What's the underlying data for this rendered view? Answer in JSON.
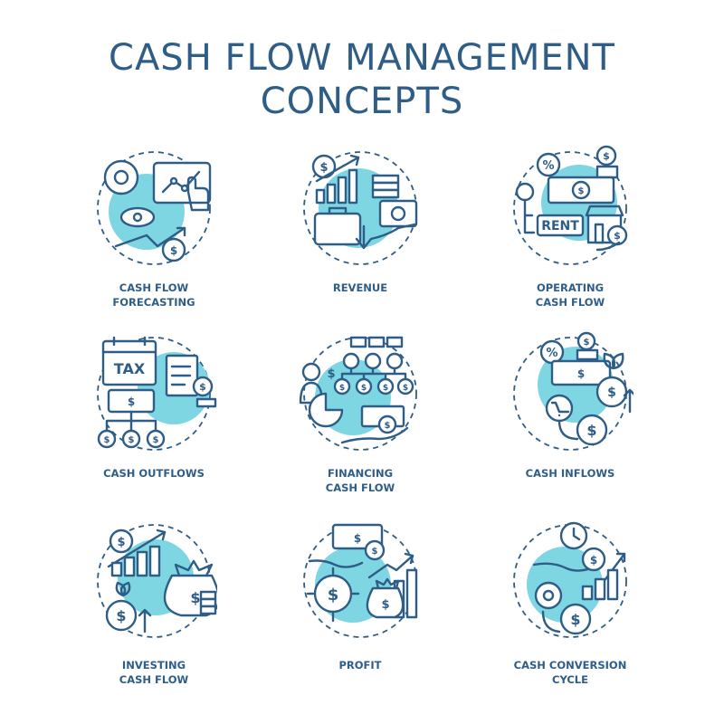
{
  "title": {
    "line1": "CASH FLOW MANAGEMENT",
    "line2": "CONCEPTS"
  },
  "concepts": [
    {
      "icon": "forecasting-icon",
      "lines": [
        "CASH FLOW",
        "FORECASTING"
      ]
    },
    {
      "icon": "revenue-icon",
      "lines": [
        "REVENUE"
      ]
    },
    {
      "icon": "operating-cash-flow-icon",
      "lines": [
        "OPERATING",
        "CASH FLOW"
      ]
    },
    {
      "icon": "cash-outflows-icon",
      "lines": [
        "CASH OUTFLOWS"
      ]
    },
    {
      "icon": "financing-cash-flow-icon",
      "lines": [
        "FINANCING",
        "CASH FLOW"
      ]
    },
    {
      "icon": "cash-inflows-icon",
      "lines": [
        "CASH INFLOWS"
      ]
    },
    {
      "icon": "investing-cash-flow-icon",
      "lines": [
        "INVESTING",
        "CASH FLOW"
      ]
    },
    {
      "icon": "profit-icon",
      "lines": [
        "PROFIT"
      ]
    },
    {
      "icon": "cash-conversion-cycle-icon",
      "lines": [
        "CASH CONVERSION",
        "CYCLE"
      ]
    }
  ],
  "icon_text": {
    "tax": "TAX",
    "rent": "RENT",
    "dollar": "$",
    "percent": "%"
  },
  "colors": {
    "primary": "#2e5d87",
    "accent": "#7fd6e3",
    "background": "#ffffff"
  }
}
